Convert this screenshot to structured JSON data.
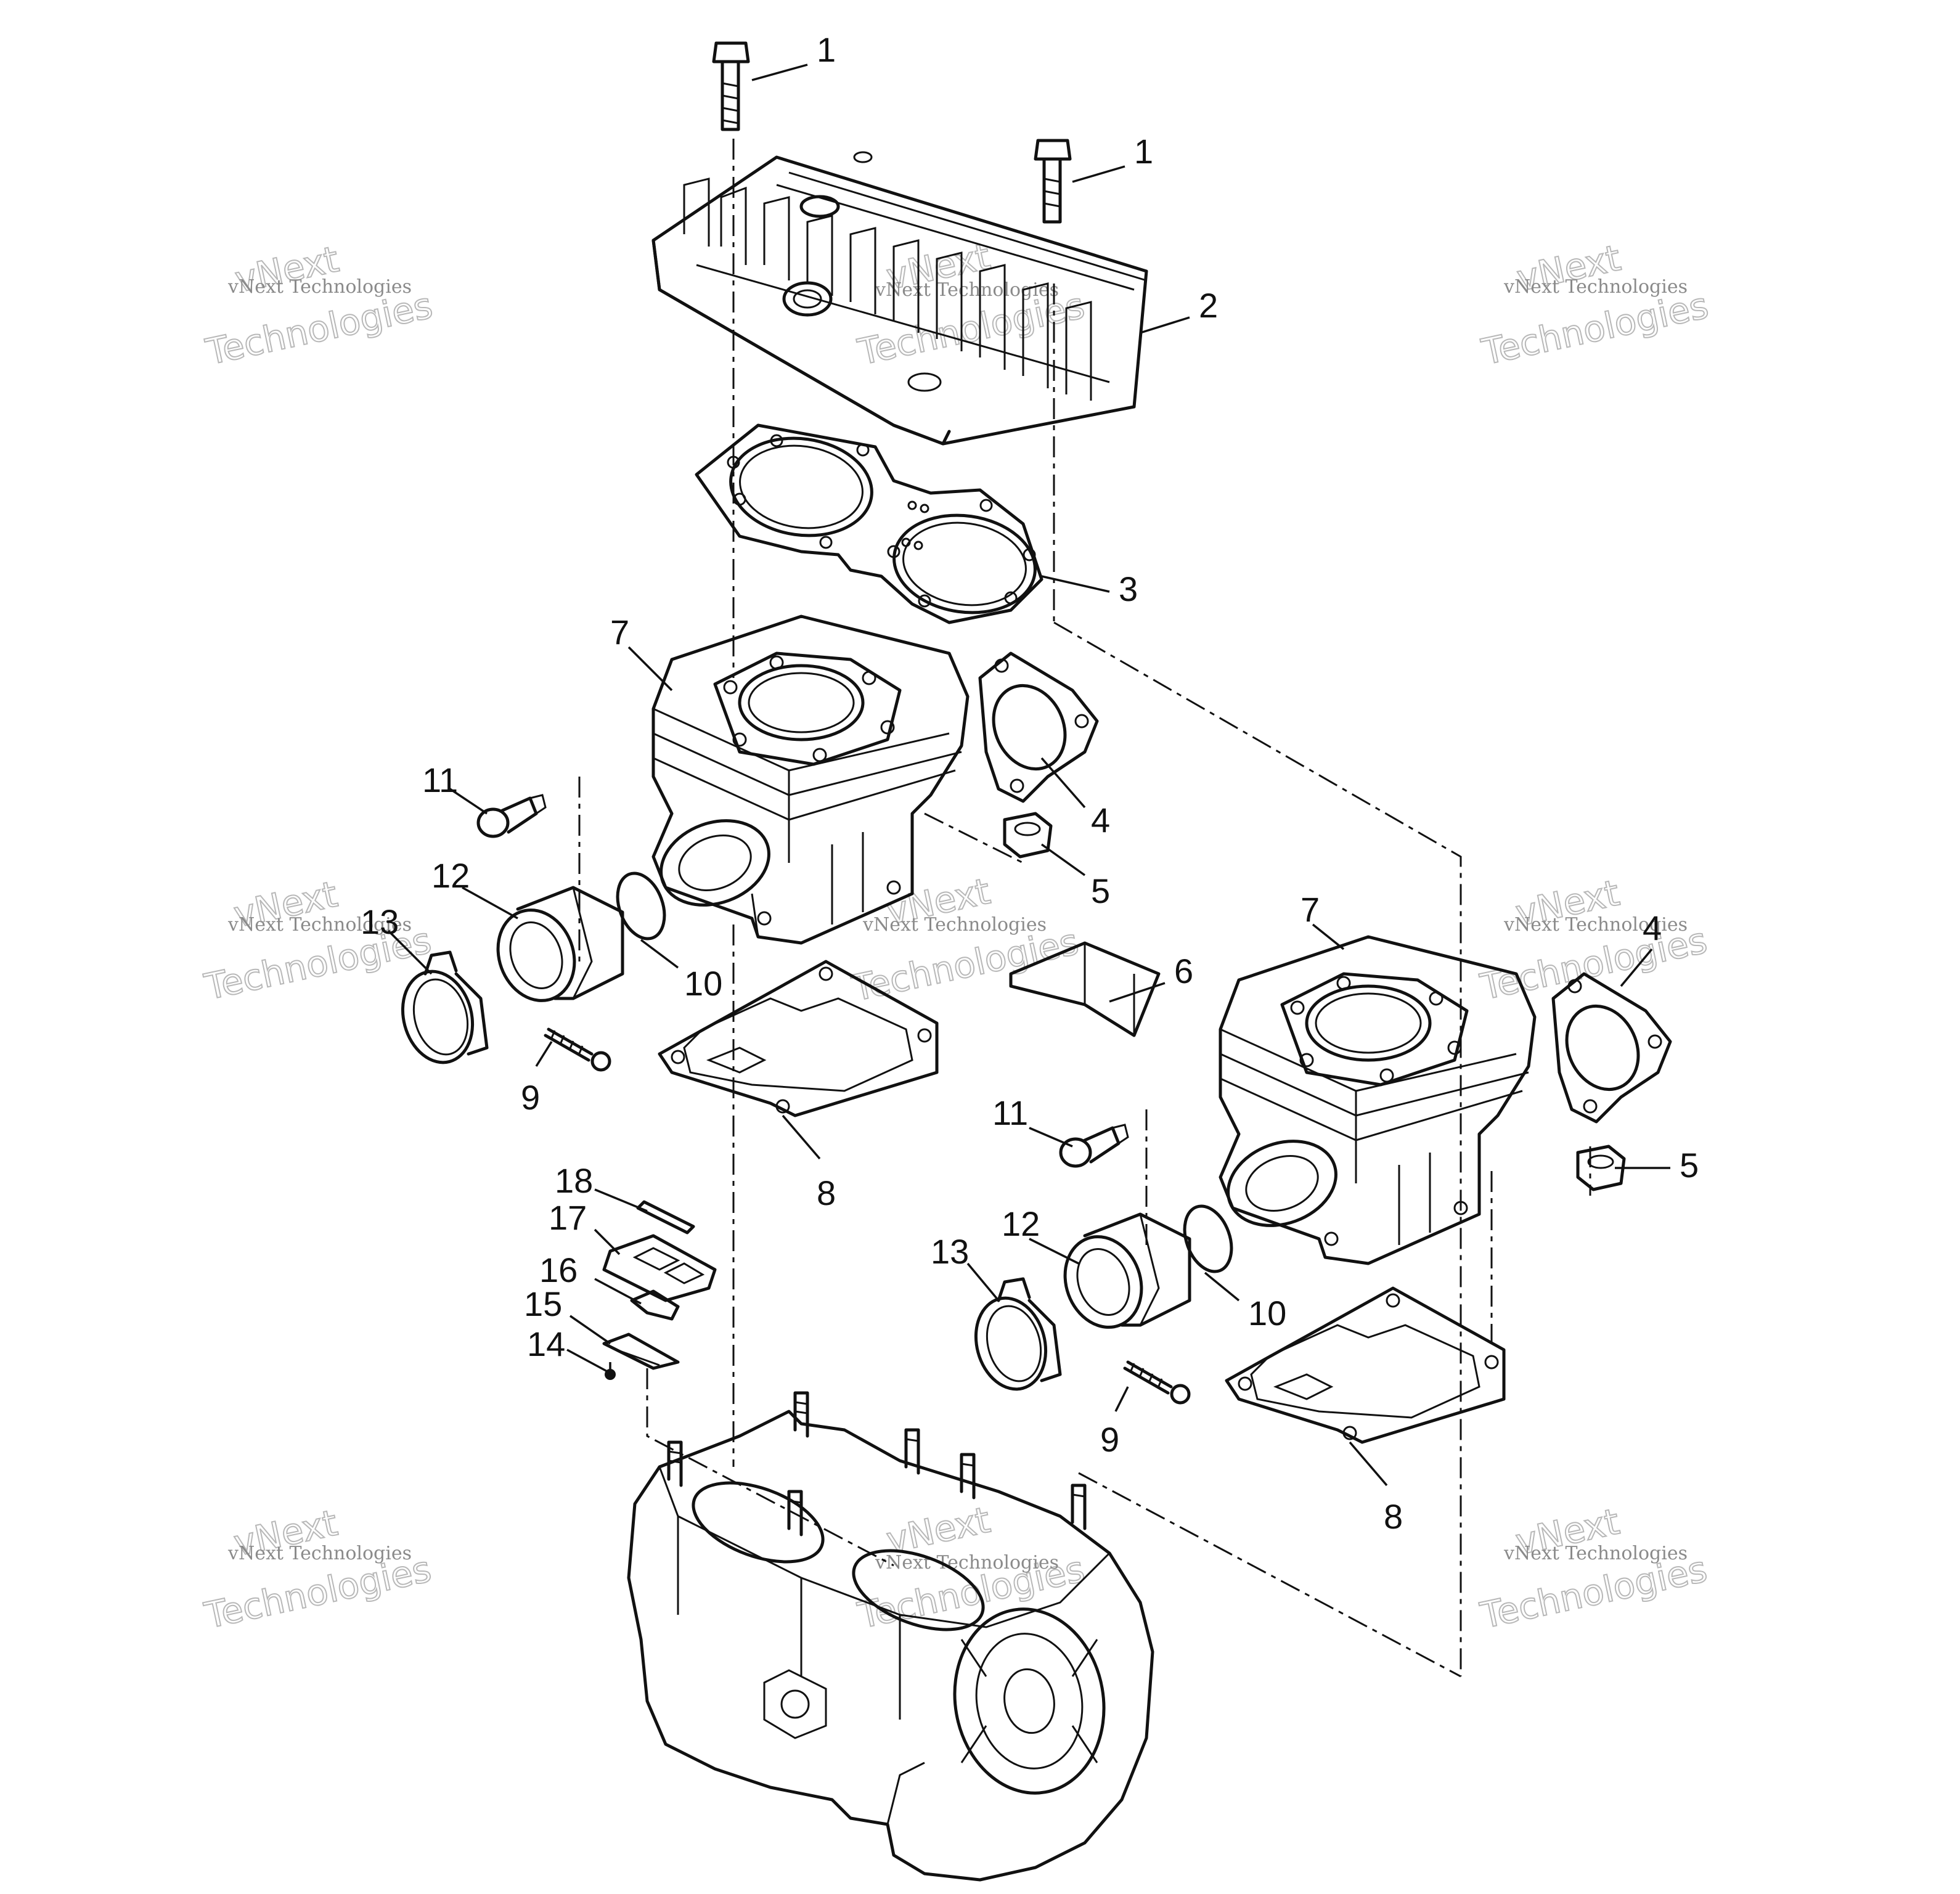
{
  "watermark": {
    "line1": "vNext",
    "line2": "vNext Technologies",
    "line3": "Technologies"
  },
  "callouts": [
    {
      "id": "c1a",
      "label": "1"
    },
    {
      "id": "c1b",
      "label": "1"
    },
    {
      "id": "c2",
      "label": "2"
    },
    {
      "id": "c3",
      "label": "3"
    },
    {
      "id": "c7a",
      "label": "7"
    },
    {
      "id": "c4a",
      "label": "4"
    },
    {
      "id": "c11a",
      "label": "11"
    },
    {
      "id": "c5a",
      "label": "5"
    },
    {
      "id": "c12a",
      "label": "12"
    },
    {
      "id": "c13a",
      "label": "13"
    },
    {
      "id": "c10a",
      "label": "10"
    },
    {
      "id": "c6",
      "label": "6"
    },
    {
      "id": "c9a",
      "label": "9"
    },
    {
      "id": "c8a",
      "label": "8"
    },
    {
      "id": "c7b",
      "label": "7"
    },
    {
      "id": "c4b",
      "label": "4"
    },
    {
      "id": "c11b",
      "label": "11"
    },
    {
      "id": "c5b",
      "label": "5"
    },
    {
      "id": "c12b",
      "label": "12"
    },
    {
      "id": "c13b",
      "label": "13"
    },
    {
      "id": "c10b",
      "label": "10"
    },
    {
      "id": "c9b",
      "label": "9"
    },
    {
      "id": "c8b",
      "label": "8"
    },
    {
      "id": "c18",
      "label": "18"
    },
    {
      "id": "c17",
      "label": "17"
    },
    {
      "id": "c16",
      "label": "16"
    },
    {
      "id": "c15",
      "label": "15"
    },
    {
      "id": "c14",
      "label": "14"
    }
  ]
}
